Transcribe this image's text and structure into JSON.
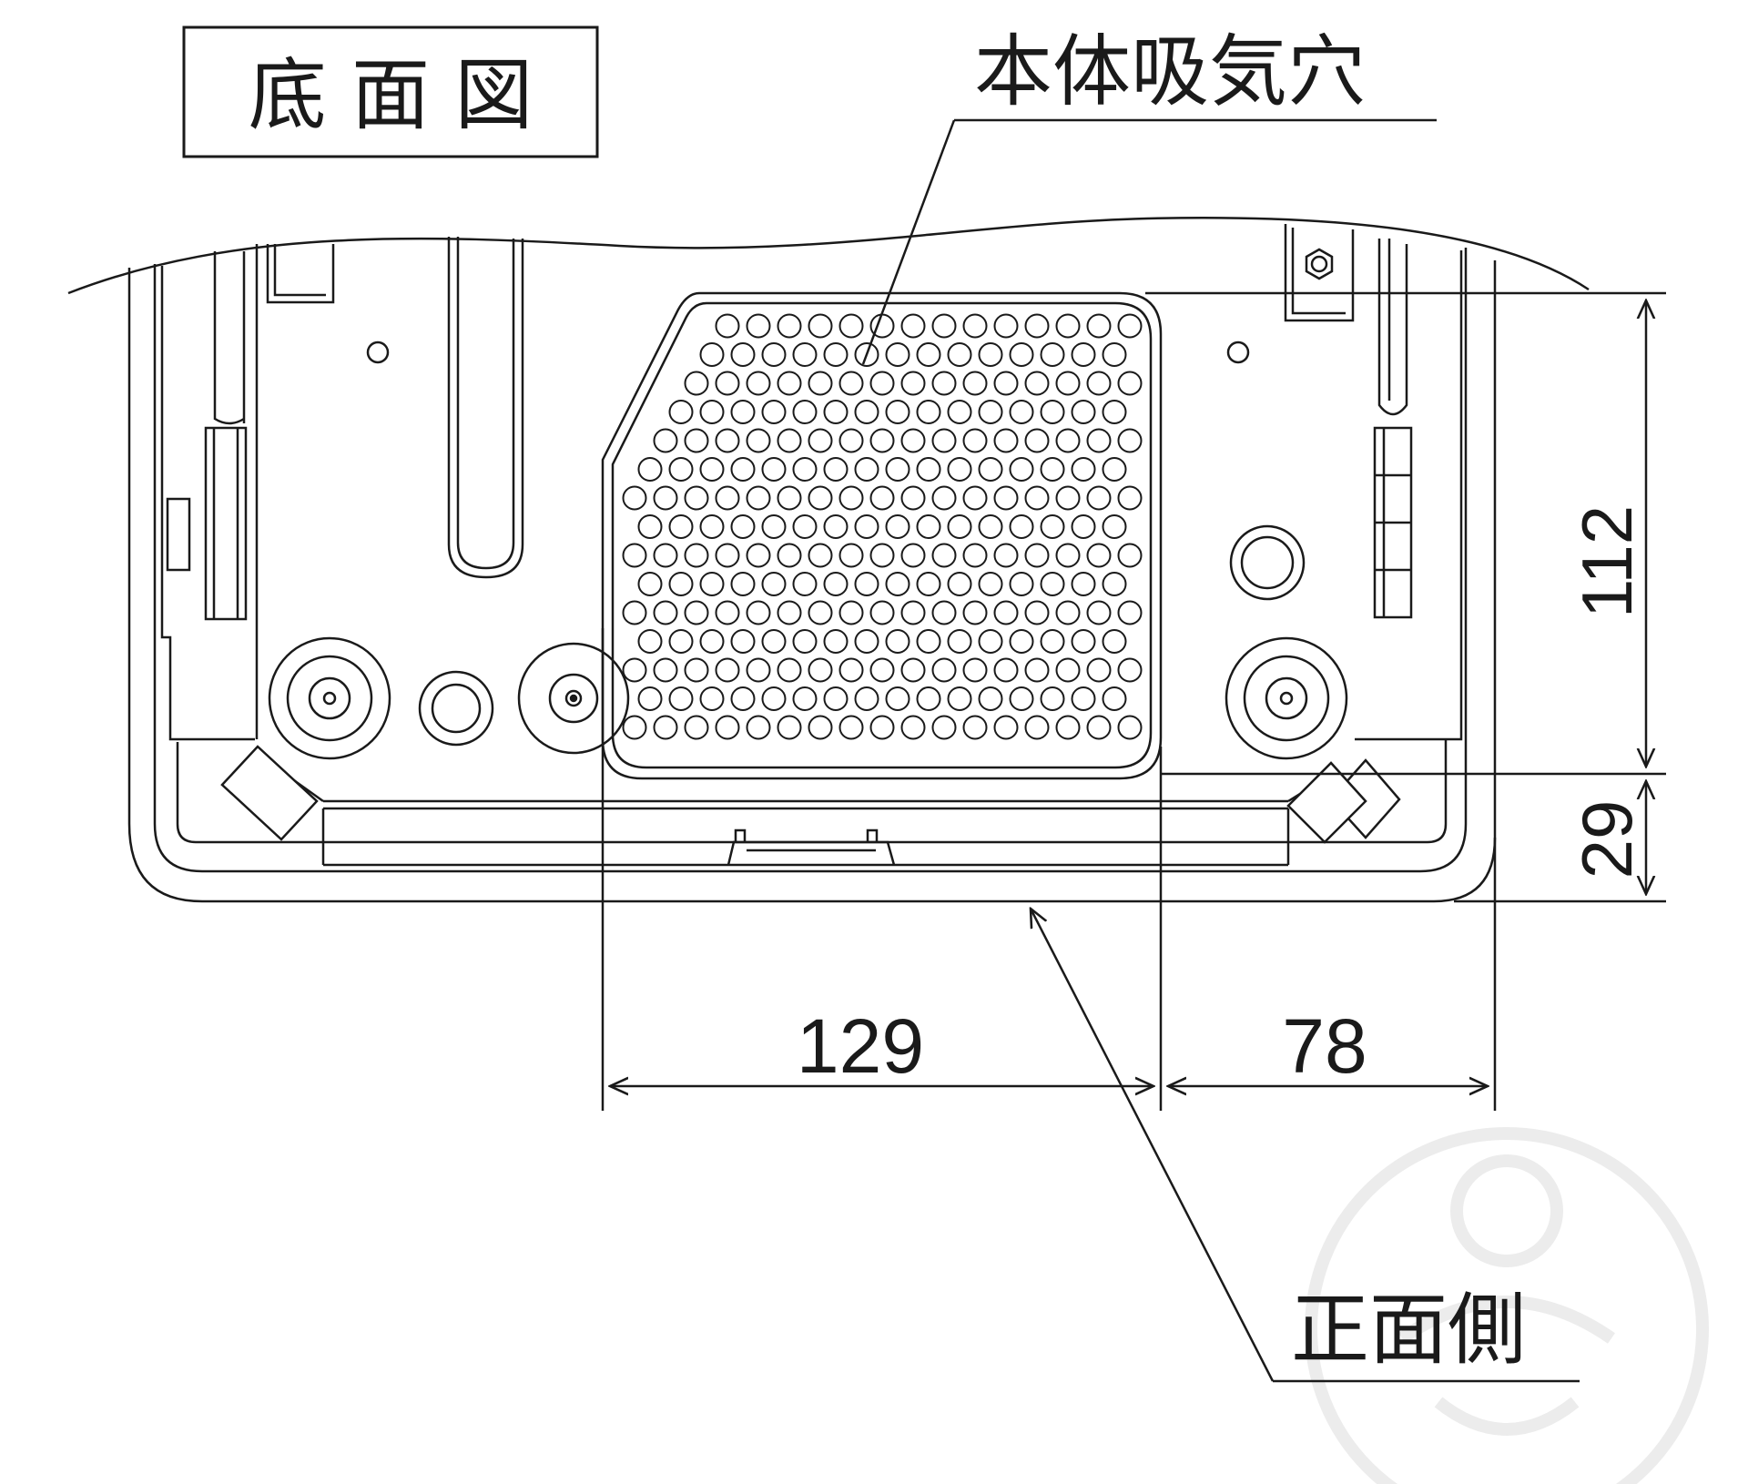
{
  "title": "底 面 図",
  "callouts": {
    "intake_label": "本体吸気穴",
    "front_label": "正面側"
  },
  "dimensions": {
    "vertical_upper": "112",
    "vertical_lower": "29",
    "horizontal_left": "129",
    "horizontal_right": "78"
  },
  "colors": {
    "line": "#1a1a1a",
    "background": "#ffffff",
    "watermark": "#ececec"
  }
}
